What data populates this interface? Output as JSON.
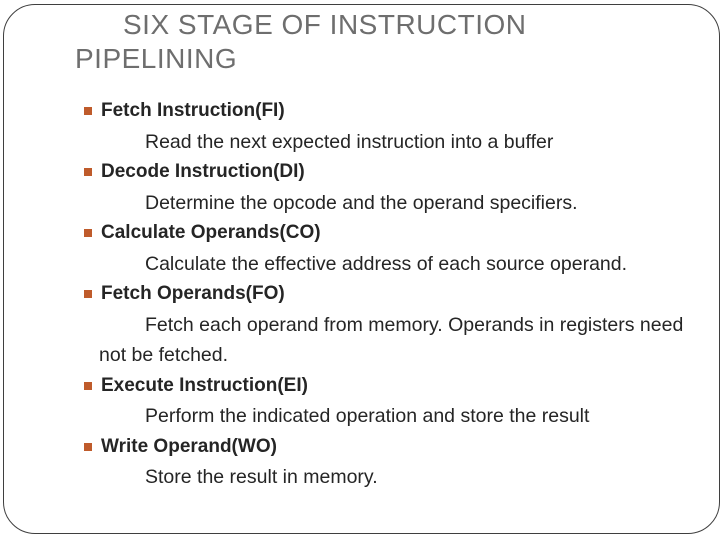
{
  "slide": {
    "title_lines": [
      "SIX STAGE OF INSTRUCTION",
      "PIPELINING"
    ],
    "title_full": "SIX STAGE OF INSTRUCTION PIPELINING",
    "items": [
      {
        "heading": "Fetch Instruction(FI)",
        "description": "Read the next expected instruction into a buffer"
      },
      {
        "heading": "Decode Instruction(DI)",
        "description": "Determine the opcode and the operand specifiers."
      },
      {
        "heading": "Calculate Operands(CO)",
        "description": "Calculate the effective address of each source operand."
      },
      {
        "heading": "Fetch Operands(FO)",
        "description": "Fetch each operand from memory. Operands in registers need not be fetched."
      },
      {
        "heading": "Execute Instruction(EI)",
        "description": "Perform the indicated operation and store the result"
      },
      {
        "heading": "Write Operand(WO)",
        "description": "Store the result in memory."
      }
    ],
    "colors": {
      "background": "#ffffff",
      "border": "#3f3f3f",
      "title_text": "#6e6e6e",
      "body_text": "#252525",
      "bullet_accent": "#bf5b2b"
    }
  }
}
